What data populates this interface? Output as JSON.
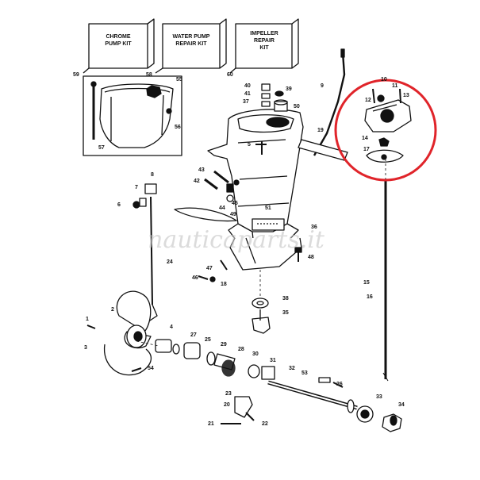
{
  "kits": [
    {
      "lines": [
        "CHROME",
        "PUMP KIT"
      ],
      "number": "59"
    },
    {
      "lines": [
        "WATER PUMP",
        "REPAIR KIT"
      ],
      "number": "58"
    },
    {
      "lines": [
        "IMPELLER",
        "REPAIR",
        "KIT"
      ],
      "number": "60"
    }
  ],
  "watermark": "nauticaparts.it",
  "part_numbers": [
    "1",
    "2",
    "3",
    "4",
    "5",
    "6",
    "7",
    "8",
    "9",
    "10",
    "11",
    "12",
    "13",
    "14",
    "15",
    "16",
    "17",
    "18",
    "19",
    "20",
    "21",
    "22",
    "23",
    "24",
    "25",
    "26",
    "27",
    "28",
    "29",
    "30",
    "31",
    "32",
    "33",
    "34",
    "35",
    "36",
    "37",
    "38",
    "39",
    "40",
    "41",
    "42",
    "43",
    "44",
    "45",
    "46",
    "47",
    "48",
    "49",
    "50",
    "51",
    "53",
    "54",
    "55",
    "56",
    "57"
  ],
  "highlight_color": "#e0242a",
  "line_color": "#111111"
}
